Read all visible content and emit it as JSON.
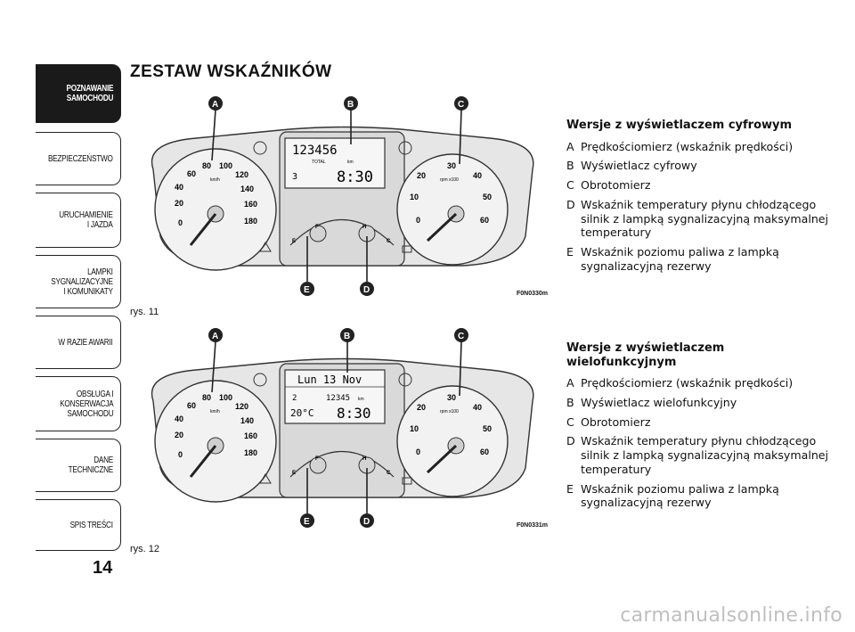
{
  "sidebar": {
    "tabs": [
      {
        "label": "POZNAWANIE\nSAMOCHODU",
        "active": true
      },
      {
        "label": "BEZPIECZEŃSTWO",
        "active": false
      },
      {
        "label": "URUCHAMIENIE\nI JAZDA",
        "active": false
      },
      {
        "label": "LAMPKI\nSYGNALIZACYJNE\nI KOMUNIKATY",
        "active": false
      },
      {
        "label": "W RAZIE AWARII",
        "active": false
      },
      {
        "label": "OBSŁUGA I\nKONSERWACJA\nSAMOCHODU",
        "active": false
      },
      {
        "label": "DANE TECHNICZNE",
        "active": false
      },
      {
        "label": "SPIS TREŚCI",
        "active": false
      }
    ],
    "page_number": "14"
  },
  "page_title": "ZESTAW WSKAŹNIKÓW",
  "figures": [
    {
      "caption": "rys. 11",
      "code": "F0N0330m",
      "display_line1": "123456",
      "display_total": "TOTAL",
      "display_km": "km",
      "display_gear": "3",
      "display_time": "8:30",
      "callouts": [
        "A",
        "B",
        "C",
        "E",
        "D"
      ]
    },
    {
      "caption": "rys. 12",
      "code": "F0N0331m",
      "display_line1": "Lun 13 Nov",
      "display_gear": "2",
      "display_odo": "12345",
      "display_km": "km",
      "display_temp": "20°C",
      "display_time": "8:30",
      "callouts": [
        "A",
        "B",
        "C",
        "E",
        "D"
      ]
    }
  ],
  "gauges": {
    "speed_ticks": [
      "0",
      "20",
      "40",
      "60",
      "80",
      "100",
      "120",
      "140",
      "160",
      "180"
    ],
    "speed_unit": "km/h",
    "rpm_ticks": [
      "0",
      "10",
      "20",
      "30",
      "40",
      "50",
      "60"
    ],
    "rpm_unit": "rpm x100",
    "temp_c": "C",
    "temp_h": "H",
    "fuel_f": "F",
    "fuel_e": "E"
  },
  "sections": [
    {
      "heading": "Wersje z wyświetlaczem cyfrowym",
      "items": [
        {
          "letter": "A",
          "text": "Prędkościomierz (wskaźnik prędkości)"
        },
        {
          "letter": "B",
          "text": "Wyświetlacz cyfrowy"
        },
        {
          "letter": "C",
          "text": "Obrotomierz"
        },
        {
          "letter": "D",
          "text": "Wskaźnik temperatury płynu chłodzącego silnik z lampką sygnalizacyjną maksymalnej temperatury"
        },
        {
          "letter": "E",
          "text": "Wskaźnik poziomu paliwa z lampką sygnalizacyjną rezerwy"
        }
      ]
    },
    {
      "heading": "Wersje z wyświetlaczem wielofunkcyjnym",
      "items": [
        {
          "letter": "A",
          "text": "Prędkościomierz (wskaźnik prędkości)"
        },
        {
          "letter": "B",
          "text": "Wyświetlacz wielofunkcyjny"
        },
        {
          "letter": "C",
          "text": "Obrotomierz"
        },
        {
          "letter": "D",
          "text": "Wskaźnik temperatury płynu chłodzącego silnik z lampką sygnalizacyjną maksymalnej temperatury"
        },
        {
          "letter": "E",
          "text": "Wskaźnik poziomu paliwa z lampką sygnalizacyjną rezerwy"
        }
      ]
    }
  ],
  "watermark": "carmanualsonline.info"
}
